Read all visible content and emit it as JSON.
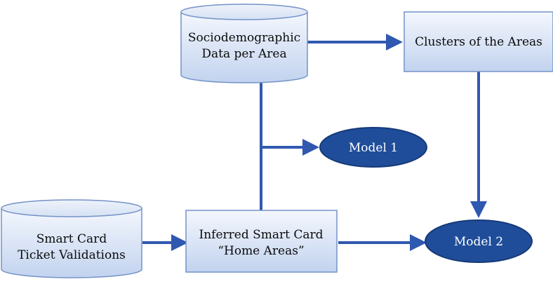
{
  "diagram": {
    "nodes": {
      "sociodemographic": {
        "line1": "Sociodemographic",
        "line2": "Data per Area"
      },
      "clusters": {
        "label": "Clusters of the Areas"
      },
      "model1": {
        "label": "Model 1"
      },
      "smart_card": {
        "line1": "Smart Card",
        "line2": "Ticket Validations"
      },
      "inferred": {
        "line1": "Inferred Smart Card",
        "line2": "“Home Areas”"
      },
      "model2": {
        "label": "Model 2"
      }
    },
    "colors": {
      "box_top": "#f4f7fd",
      "box_bottom": "#c2d3ef",
      "box_border": "#7392c8",
      "arrow": "#2f58b0",
      "ellipse_fill": "#1f4d9a",
      "ellipse_border": "#163a78",
      "model_text": "#ffffff"
    }
  }
}
